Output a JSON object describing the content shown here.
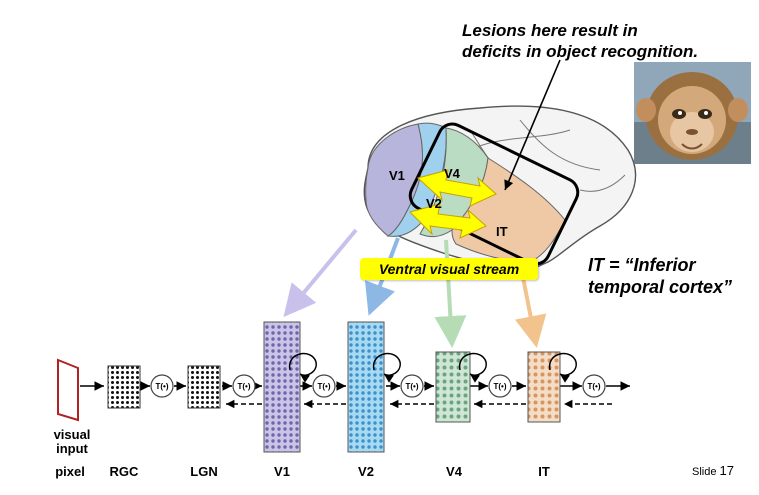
{
  "callout": {
    "line1": "Lesions here result in",
    "line2": "deficits in object recognition."
  },
  "brain": {
    "areas": [
      "V1",
      "V4",
      "V2",
      "IT"
    ]
  },
  "stream_label": "Ventral visual stream",
  "it_definition": {
    "line1": "IT = “Inferior",
    "line2": "temporal cortex”"
  },
  "pipeline": {
    "input_label": [
      "visual",
      "input"
    ],
    "stages": [
      "pixel",
      "RGC",
      "LGN",
      "V1",
      "V2",
      "V4",
      "IT"
    ],
    "transform_label": "T(•)"
  },
  "slide": {
    "prefix": "Slide",
    "number": "17"
  },
  "colors": {
    "V1": "#b7b5db",
    "V2": "#9fd1ee",
    "V4": "#b9dcc2",
    "IT": "#efc9a5",
    "highlight": "#ffff00",
    "input_frame": "#b22222"
  },
  "icons": {
    "monkey": "monkey-photo",
    "lightning": "lightning-bolt-icon"
  }
}
